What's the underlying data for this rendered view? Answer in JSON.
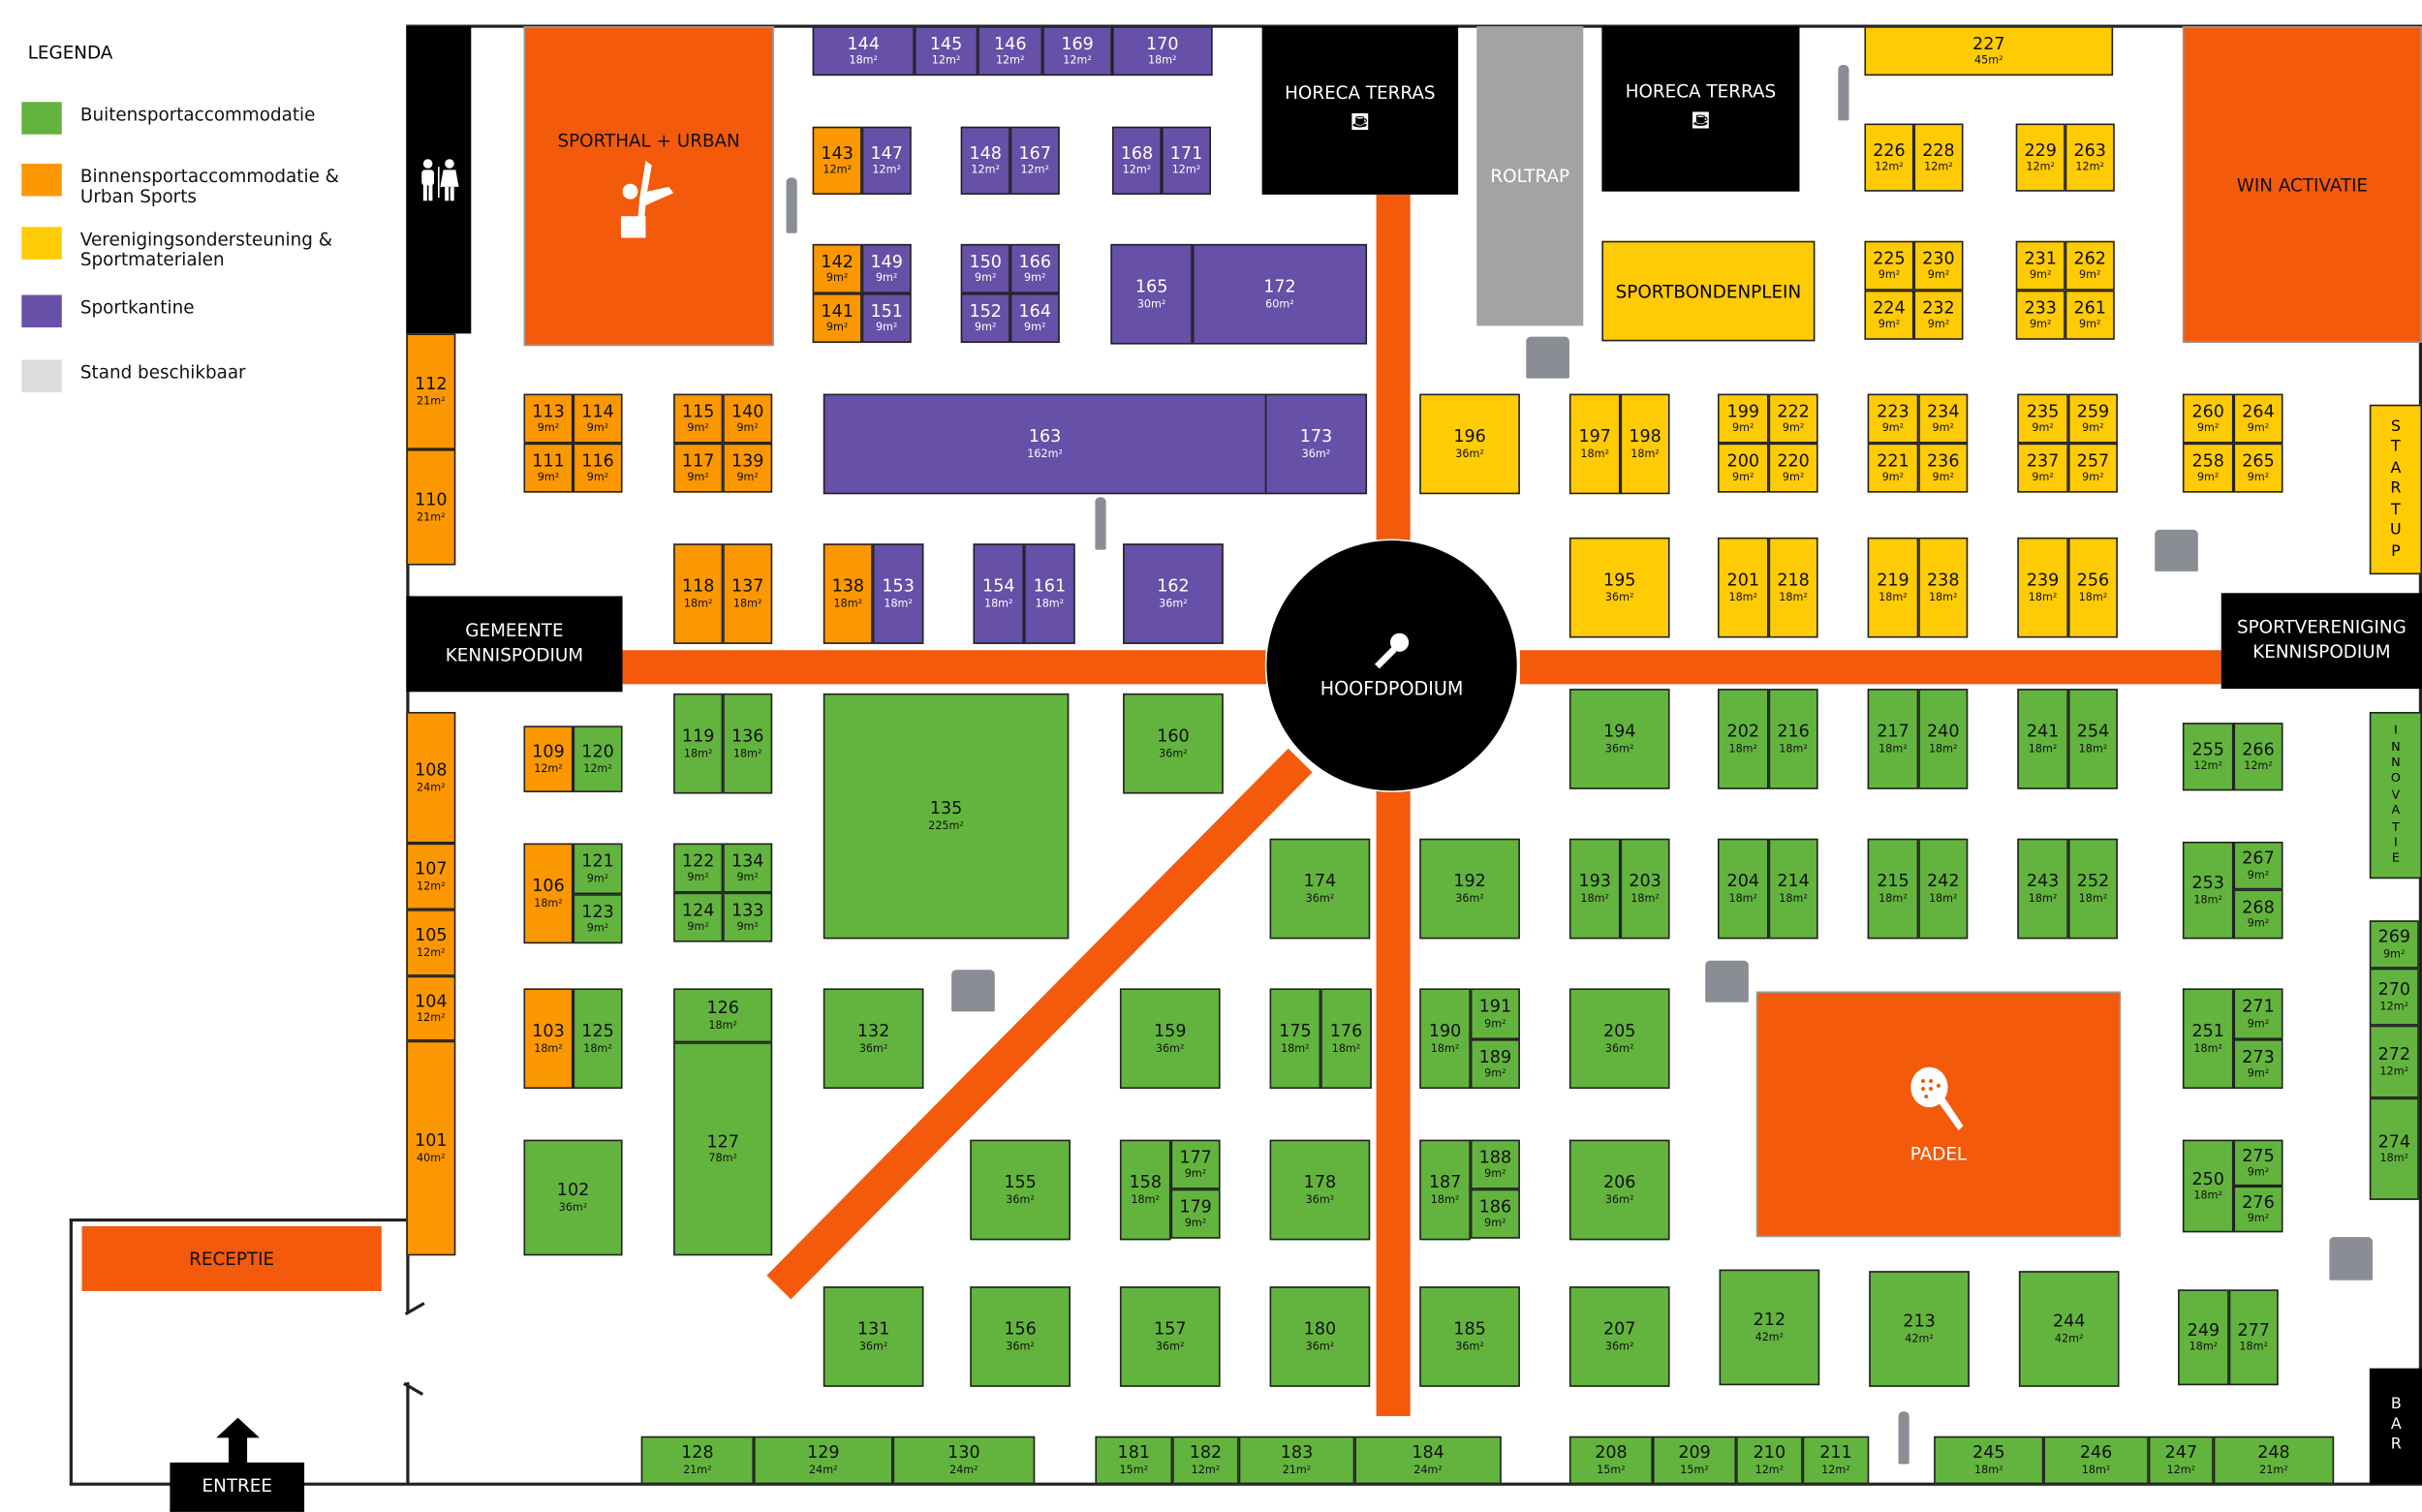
{
  "legend": {
    "title": "LEGENDA",
    "items": [
      {
        "label": "Buitensportaccommodatie",
        "color": "#63b43e"
      },
      {
        "label": "Binnensportaccommodatie & Urban Sports",
        "color": "#fb9700"
      },
      {
        "label": "Verenigingsondersteuning & Sportmaterialen",
        "color": "#ffcb05"
      },
      {
        "label": "Sportkantine",
        "color": "#6650a8"
      },
      {
        "label": "Stand beschikbaar",
        "color": "#dcdcdc"
      }
    ]
  },
  "areas": {
    "sporthal": "SPORTHAL + URBAN",
    "horeca1": "HORECA TERRAS",
    "horeca2": "HORECA TERRAS",
    "roltrap": "ROLTRAP",
    "sportbondenplein": "SPORTBONDENPLEIN",
    "win": "WIN ACTIVATIE",
    "startup": "STARTUP",
    "gemeente": "GEMEENTE KENNISPODIUM",
    "sportvereniging": "SPORTVERENIGING KENNISPODIUM",
    "innovatie": "INNOVATIE",
    "hoofdpodium": "HOOFDPODIUM",
    "padel": "PADEL",
    "receptie": "RECEPTIE",
    "entree": "ENTREE",
    "bar": "BAR"
  },
  "stands": [
    {
      "n": "144",
      "s": "18m²",
      "t": "p"
    },
    {
      "n": "145",
      "s": "12m²",
      "t": "p"
    },
    {
      "n": "146",
      "s": "12m²",
      "t": "p"
    },
    {
      "n": "169",
      "s": "12m²",
      "t": "p"
    },
    {
      "n": "170",
      "s": "18m²",
      "t": "p"
    },
    {
      "n": "143",
      "s": "12m²",
      "t": "o"
    },
    {
      "n": "147",
      "s": "12m²",
      "t": "p"
    },
    {
      "n": "148",
      "s": "12m²",
      "t": "p"
    },
    {
      "n": "167",
      "s": "12m²",
      "t": "p"
    },
    {
      "n": "168",
      "s": "12m²",
      "t": "p"
    },
    {
      "n": "171",
      "s": "12m²",
      "t": "p"
    },
    {
      "n": "142",
      "s": "9m²",
      "t": "o"
    },
    {
      "n": "149",
      "s": "9m²",
      "t": "p"
    },
    {
      "n": "141",
      "s": "9m²",
      "t": "o"
    },
    {
      "n": "151",
      "s": "9m²",
      "t": "p"
    },
    {
      "n": "150",
      "s": "9m²",
      "t": "p"
    },
    {
      "n": "166",
      "s": "9m²",
      "t": "p"
    },
    {
      "n": "152",
      "s": "9m²",
      "t": "p"
    },
    {
      "n": "164",
      "s": "9m²",
      "t": "p"
    },
    {
      "n": "165",
      "s": "30m²",
      "t": "p"
    },
    {
      "n": "172",
      "s": "60m²",
      "t": "p"
    },
    {
      "n": "163",
      "s": "162m²",
      "t": "p"
    },
    {
      "n": "173",
      "s": "36m²",
      "t": "p"
    },
    {
      "n": "113",
      "s": "9m²",
      "t": "o"
    },
    {
      "n": "114",
      "s": "9m²",
      "t": "o"
    },
    {
      "n": "111",
      "s": "9m²",
      "t": "o"
    },
    {
      "n": "116",
      "s": "9m²",
      "t": "o"
    },
    {
      "n": "115",
      "s": "9m²",
      "t": "o"
    },
    {
      "n": "140",
      "s": "9m²",
      "t": "o"
    },
    {
      "n": "117",
      "s": "9m²",
      "t": "o"
    },
    {
      "n": "139",
      "s": "9m²",
      "t": "o"
    },
    {
      "n": "112",
      "s": "21m²",
      "t": "o"
    },
    {
      "n": "110",
      "s": "21m²",
      "t": "o"
    },
    {
      "n": "118",
      "s": "18m²",
      "t": "o"
    },
    {
      "n": "137",
      "s": "18m²",
      "t": "o"
    },
    {
      "n": "138",
      "s": "18m²",
      "t": "o"
    },
    {
      "n": "153",
      "s": "18m²",
      "t": "p"
    },
    {
      "n": "154",
      "s": "18m²",
      "t": "p"
    },
    {
      "n": "161",
      "s": "18m²",
      "t": "p"
    },
    {
      "n": "162",
      "s": "36m²",
      "t": "p"
    },
    {
      "n": "108",
      "s": "24m²",
      "t": "o"
    },
    {
      "n": "107",
      "s": "12m²",
      "t": "o"
    },
    {
      "n": "105",
      "s": "12m²",
      "t": "o"
    },
    {
      "n": "104",
      "s": "12m²",
      "t": "o"
    },
    {
      "n": "101",
      "s": "40m²",
      "t": "o"
    },
    {
      "n": "109",
      "s": "12m²",
      "t": "o"
    },
    {
      "n": "120",
      "s": "12m²",
      "t": "g"
    },
    {
      "n": "106",
      "s": "18m²",
      "t": "o"
    },
    {
      "n": "121",
      "s": "9m²",
      "t": "g"
    },
    {
      "n": "123",
      "s": "9m²",
      "t": "g"
    },
    {
      "n": "103",
      "s": "18m²",
      "t": "o"
    },
    {
      "n": "125",
      "s": "18m²",
      "t": "g"
    },
    {
      "n": "102",
      "s": "36m²",
      "t": "g"
    },
    {
      "n": "119",
      "s": "18m²",
      "t": "g"
    },
    {
      "n": "136",
      "s": "18m²",
      "t": "g"
    },
    {
      "n": "122",
      "s": "9m²",
      "t": "g"
    },
    {
      "n": "134",
      "s": "9m²",
      "t": "g"
    },
    {
      "n": "124",
      "s": "9m²",
      "t": "g"
    },
    {
      "n": "133",
      "s": "9m²",
      "t": "g"
    },
    {
      "n": "126",
      "s": "18m²",
      "t": "g"
    },
    {
      "n": "127",
      "s": "78m²",
      "t": "g"
    },
    {
      "n": "135",
      "s": "225m²",
      "t": "g"
    },
    {
      "n": "160",
      "s": "36m²",
      "t": "g"
    },
    {
      "n": "132",
      "s": "36m²",
      "t": "g"
    },
    {
      "n": "131",
      "s": "36m²",
      "t": "g"
    },
    {
      "n": "155",
      "s": "36m²",
      "t": "g"
    },
    {
      "n": "156",
      "s": "36m²",
      "t": "g"
    },
    {
      "n": "159",
      "s": "36m²",
      "t": "g"
    },
    {
      "n": "158",
      "s": "18m²",
      "t": "g"
    },
    {
      "n": "177",
      "s": "9m²",
      "t": "g"
    },
    {
      "n": "179",
      "s": "9m²",
      "t": "g"
    },
    {
      "n": "157",
      "s": "36m²",
      "t": "g"
    },
    {
      "n": "174",
      "s": "36m²",
      "t": "g"
    },
    {
      "n": "175",
      "s": "18m²",
      "t": "g"
    },
    {
      "n": "176",
      "s": "18m²",
      "t": "g"
    },
    {
      "n": "178",
      "s": "36m²",
      "t": "g"
    },
    {
      "n": "180",
      "s": "36m²",
      "t": "g"
    },
    {
      "n": "192",
      "s": "36m²",
      "t": "g"
    },
    {
      "n": "190",
      "s": "18m²",
      "t": "g"
    },
    {
      "n": "191",
      "s": "9m²",
      "t": "g"
    },
    {
      "n": "189",
      "s": "9m²",
      "t": "g"
    },
    {
      "n": "187",
      "s": "18m²",
      "t": "g"
    },
    {
      "n": "188",
      "s": "9m²",
      "t": "g"
    },
    {
      "n": "186",
      "s": "9m²",
      "t": "g"
    },
    {
      "n": "185",
      "s": "36m²",
      "t": "g"
    },
    {
      "n": "194",
      "s": "36m²",
      "t": "g"
    },
    {
      "n": "193",
      "s": "18m²",
      "t": "g"
    },
    {
      "n": "203",
      "s": "18m²",
      "t": "g"
    },
    {
      "n": "205",
      "s": "36m²",
      "t": "g"
    },
    {
      "n": "206",
      "s": "36m²",
      "t": "g"
    },
    {
      "n": "207",
      "s": "36m²",
      "t": "g"
    },
    {
      "n": "202",
      "s": "18m²",
      "t": "g"
    },
    {
      "n": "216",
      "s": "18m²",
      "t": "g"
    },
    {
      "n": "204",
      "s": "18m²",
      "t": "g"
    },
    {
      "n": "214",
      "s": "18m²",
      "t": "g"
    },
    {
      "n": "217",
      "s": "18m²",
      "t": "g"
    },
    {
      "n": "240",
      "s": "18m²",
      "t": "g"
    },
    {
      "n": "215",
      "s": "18m²",
      "t": "g"
    },
    {
      "n": "242",
      "s": "18m²",
      "t": "g"
    },
    {
      "n": "241",
      "s": "18m²",
      "t": "g"
    },
    {
      "n": "254",
      "s": "18m²",
      "t": "g"
    },
    {
      "n": "243",
      "s": "18m²",
      "t": "g"
    },
    {
      "n": "252",
      "s": "18m²",
      "t": "g"
    },
    {
      "n": "255",
      "s": "12m²",
      "t": "g"
    },
    {
      "n": "266",
      "s": "12m²",
      "t": "g"
    },
    {
      "n": "253",
      "s": "18m²",
      "t": "g"
    },
    {
      "n": "267",
      "s": "9m²",
      "t": "g"
    },
    {
      "n": "268",
      "s": "9m²",
      "t": "g"
    },
    {
      "n": "251",
      "s": "18m²",
      "t": "g"
    },
    {
      "n": "271",
      "s": "9m²",
      "t": "g"
    },
    {
      "n": "273",
      "s": "9m²",
      "t": "g"
    },
    {
      "n": "250",
      "s": "18m²",
      "t": "g"
    },
    {
      "n": "275",
      "s": "9m²",
      "t": "g"
    },
    {
      "n": "276",
      "s": "9m²",
      "t": "g"
    },
    {
      "n": "249",
      "s": "18m²",
      "t": "g"
    },
    {
      "n": "277",
      "s": "18m²",
      "t": "g"
    },
    {
      "n": "212",
      "s": "42m²",
      "t": "g"
    },
    {
      "n": "213",
      "s": "42m²",
      "t": "g"
    },
    {
      "n": "244",
      "s": "42m²",
      "t": "g"
    },
    {
      "n": "269",
      "s": "9m²",
      "t": "g"
    },
    {
      "n": "270",
      "s": "12m²",
      "t": "g"
    },
    {
      "n": "272",
      "s": "12m²",
      "t": "g"
    },
    {
      "n": "274",
      "s": "18m²",
      "t": "g"
    },
    {
      "n": "128",
      "s": "21m²",
      "t": "g"
    },
    {
      "n": "129",
      "s": "24m²",
      "t": "g"
    },
    {
      "n": "130",
      "s": "24m²",
      "t": "g"
    },
    {
      "n": "181",
      "s": "15m²",
      "t": "g"
    },
    {
      "n": "182",
      "s": "12m²",
      "t": "g"
    },
    {
      "n": "183",
      "s": "21m²",
      "t": "g"
    },
    {
      "n": "184",
      "s": "24m²",
      "t": "g"
    },
    {
      "n": "208",
      "s": "15m²",
      "t": "g"
    },
    {
      "n": "209",
      "s": "15m²",
      "t": "g"
    },
    {
      "n": "210",
      "s": "12m²",
      "t": "g"
    },
    {
      "n": "211",
      "s": "12m²",
      "t": "g"
    },
    {
      "n": "245",
      "s": "18m²",
      "t": "g"
    },
    {
      "n": "246",
      "s": "18m²",
      "t": "g"
    },
    {
      "n": "247",
      "s": "12m²",
      "t": "g"
    },
    {
      "n": "248",
      "s": "21m²",
      "t": "g"
    },
    {
      "n": "196",
      "s": "36m²",
      "t": "y"
    },
    {
      "n": "197",
      "s": "18m²",
      "t": "y"
    },
    {
      "n": "198",
      "s": "18m²",
      "t": "y"
    },
    {
      "n": "195",
      "s": "36m²",
      "t": "y"
    },
    {
      "n": "199",
      "s": "9m²",
      "t": "y"
    },
    {
      "n": "222",
      "s": "9m²",
      "t": "y"
    },
    {
      "n": "200",
      "s": "9m²",
      "t": "y"
    },
    {
      "n": "220",
      "s": "9m²",
      "t": "y"
    },
    {
      "n": "223",
      "s": "9m²",
      "t": "y"
    },
    {
      "n": "234",
      "s": "9m²",
      "t": "y"
    },
    {
      "n": "221",
      "s": "9m²",
      "t": "y"
    },
    {
      "n": "236",
      "s": "9m²",
      "t": "y"
    },
    {
      "n": "235",
      "s": "9m²",
      "t": "y"
    },
    {
      "n": "259",
      "s": "9m²",
      "t": "y"
    },
    {
      "n": "237",
      "s": "9m²",
      "t": "y"
    },
    {
      "n": "257",
      "s": "9m²",
      "t": "y"
    },
    {
      "n": "260",
      "s": "9m²",
      "t": "y"
    },
    {
      "n": "264",
      "s": "9m²",
      "t": "y"
    },
    {
      "n": "258",
      "s": "9m²",
      "t": "y"
    },
    {
      "n": "265",
      "s": "9m²",
      "t": "y"
    },
    {
      "n": "201",
      "s": "18m²",
      "t": "y"
    },
    {
      "n": "218",
      "s": "18m²",
      "t": "y"
    },
    {
      "n": "219",
      "s": "18m²",
      "t": "y"
    },
    {
      "n": "238",
      "s": "18m²",
      "t": "y"
    },
    {
      "n": "239",
      "s": "18m²",
      "t": "y"
    },
    {
      "n": "256",
      "s": "18m²",
      "t": "y"
    },
    {
      "n": "226",
      "s": "12m²",
      "t": "y"
    },
    {
      "n": "228",
      "s": "12m²",
      "t": "y"
    },
    {
      "n": "229",
      "s": "12m²",
      "t": "y"
    },
    {
      "n": "263",
      "s": "12m²",
      "t": "y"
    },
    {
      "n": "225",
      "s": "9m²",
      "t": "y"
    },
    {
      "n": "230",
      "s": "9m²",
      "t": "y"
    },
    {
      "n": "224",
      "s": "9m²",
      "t": "y"
    },
    {
      "n": "232",
      "s": "9m²",
      "t": "y"
    },
    {
      "n": "231",
      "s": "9m²",
      "t": "y"
    },
    {
      "n": "262",
      "s": "9m²",
      "t": "y"
    },
    {
      "n": "233",
      "s": "9m²",
      "t": "y"
    },
    {
      "n": "261",
      "s": "9m²",
      "t": "y"
    },
    {
      "n": "227",
      "s": "45m²",
      "t": "y"
    }
  ]
}
